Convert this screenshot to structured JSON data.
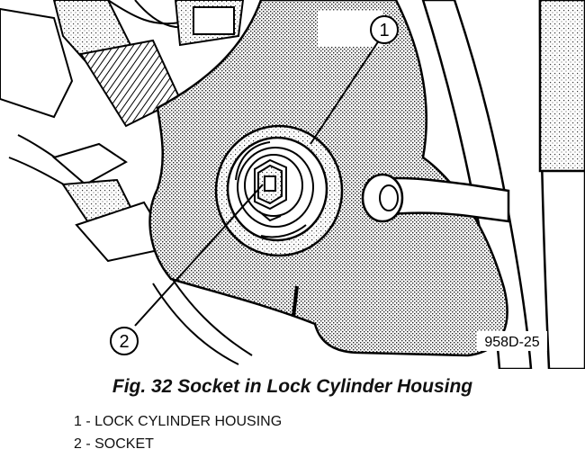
{
  "figure": {
    "id": "958D-25",
    "caption": "Fig. 32 Socket in Lock Cylinder Housing",
    "callouts": [
      {
        "number": "1"
      },
      {
        "number": "2"
      }
    ],
    "legend": [
      {
        "text": "1 - LOCK CYLINDER HOUSING"
      },
      {
        "text": "2 - SOCKET"
      }
    ]
  }
}
